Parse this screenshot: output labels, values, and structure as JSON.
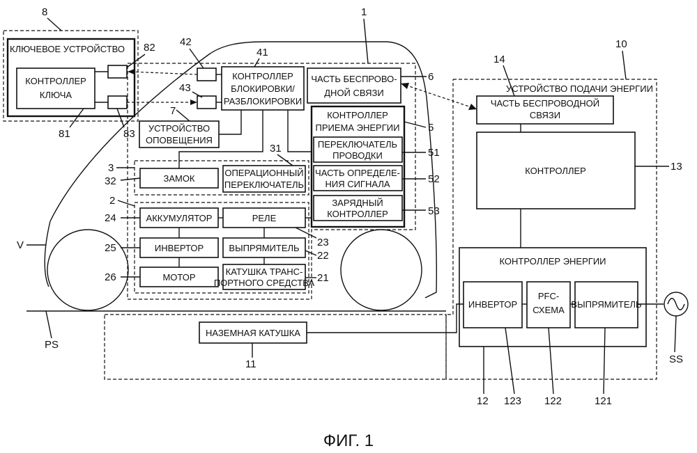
{
  "labels": {
    "key_device": "КЛЮЧЕВОЕ УСТРОЙСТВО",
    "key_ctrl_1": "КОНТРОЛЛЕР",
    "key_ctrl_2": "КЛЮЧА",
    "lock_ctrl_1": "КОНТРОЛЛЕР",
    "lock_ctrl_2": "БЛОКИРОВКИ/",
    "lock_ctrl_3": "РАЗБЛОКИРОВКИ",
    "wireless_v_1": "ЧАСТЬ БЕСПРОВО-",
    "wireless_v_2": "ДНОЙ СВЯЗИ",
    "notify_1": "УСТРОЙСТВО",
    "notify_2": "ОПОВЕЩЕНИЯ",
    "recv_1": "КОНТРОЛЛЕР",
    "recv_2": "ПРИЕМА ЭНЕРГИИ",
    "wiring_1": "ПЕРЕКЛЮЧАТЕЛЬ",
    "wiring_2": "ПРОВОДКИ",
    "signal_1": "ЧАСТЬ ОПРЕДЕЛЕ-",
    "signal_2": "НИЯ СИГНАЛА",
    "charge_1": "ЗАРЯДНЫЙ",
    "charge_2": "КОНТРОЛЛЕР",
    "lock": "ЗАМОК",
    "op_sw_1": "ОПЕРАЦИОННЫЙ",
    "op_sw_2": "ПЕРЕКЛЮЧАТЕЛЬ",
    "battery": "АККУМУЛЯТОР",
    "relay": "РЕЛЕ",
    "inverter_v": "ИНВЕРТОР",
    "rectifier_v": "ВЫПРЯМИТЕЛЬ",
    "motor": "МОТОР",
    "coil_v_1": "КАТУШКА ТРАНС-",
    "coil_v_2": "ПОРТНОГО СРЕДСТВА",
    "ground_coil": "НАЗЕМНАЯ КАТУШКА",
    "supply_device": "УСТРОЙСТВО ПОДАЧИ ЭНЕРГИИ",
    "wireless_s_1": "ЧАСТЬ БЕСПРОВОДНОЙ",
    "wireless_s_2": "СВЯЗИ",
    "controller": "КОНТРОЛЛЕР",
    "power_ctrl": "КОНТРОЛЛЕР ЭНЕРГИИ",
    "inverter_s": "ИНВЕРТОР",
    "pfc_1": "PFC-",
    "pfc_2": "СХЕМА",
    "rectifier_s": "ВЫПРЯМИТЕЛЬ",
    "figure": "ФИГ. 1"
  },
  "refs": {
    "r8": "8",
    "r82": "82",
    "r81": "81",
    "r83": "83",
    "r42": "42",
    "r41": "41",
    "r43": "43",
    "r1": "1",
    "r6": "6",
    "r7": "7",
    "r5": "5",
    "r51": "51",
    "r52": "52",
    "r53": "53",
    "r31": "31",
    "r3": "3",
    "r32": "32",
    "r2": "2",
    "r24": "24",
    "r23": "23",
    "r25": "25",
    "r22": "22",
    "r26": "26",
    "r21": "21",
    "rV": "V",
    "rPS": "PS",
    "r11": "11",
    "r14": "14",
    "r10": "10",
    "r13": "13",
    "rSS": "SS",
    "r12": "12",
    "r123": "123",
    "r122": "122",
    "r121": "121"
  }
}
